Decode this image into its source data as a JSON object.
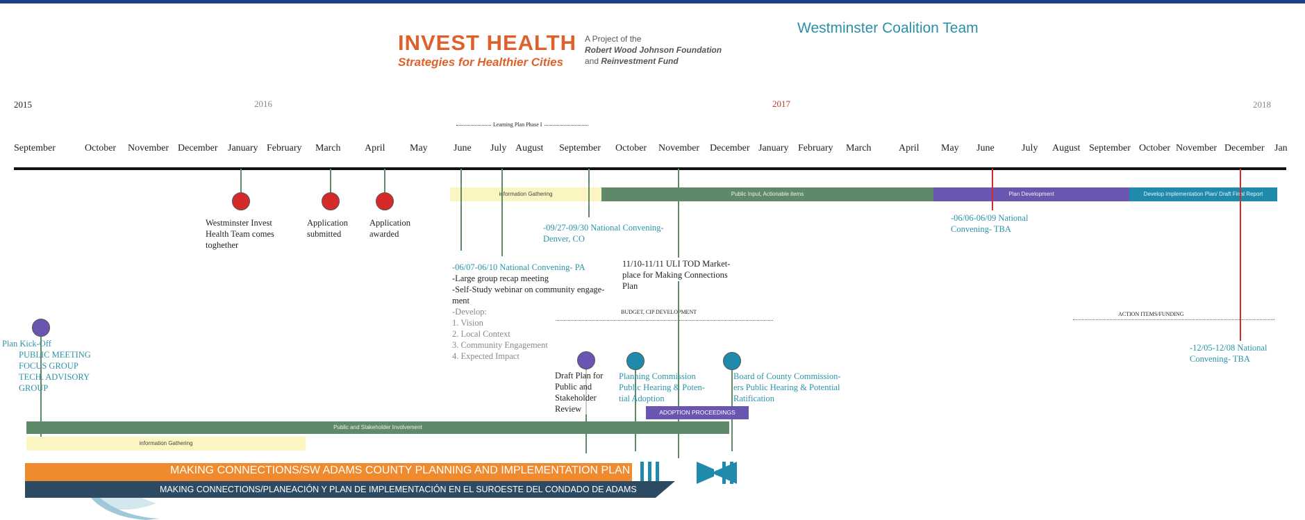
{
  "header": {
    "logo_main": "INVEST HEALTH",
    "logo_sub": "Strategies for Healthier Cities",
    "project_line1": "A Project of the",
    "project_line2": "Robert Wood Johnson Foundation",
    "project_line3_and": "and",
    "project_line3_name": "Reinvestment Fund",
    "team": "Westminster Coalition Team"
  },
  "years": [
    "2015",
    "2016",
    "2017",
    "2018"
  ],
  "months": [
    "September",
    "October",
    "November",
    "December",
    "January",
    "February",
    "March",
    "April",
    "May",
    "June",
    "July",
    "August",
    "September",
    "October",
    "November",
    "December",
    "January",
    "February",
    "March",
    "April",
    "May",
    "June",
    "July",
    "August",
    "September",
    "October",
    "November",
    "December",
    "Jan"
  ],
  "phase_label": "Learning Plan Phase I",
  "upper_bands": {
    "info": "information Gathering",
    "public_input": "Public Input, Actionable items",
    "plan_dev": "Plan Development",
    "final": "Develop implementation Plan/ Draft Final Report"
  },
  "milestones": {
    "team_together": [
      "Westminster Invest",
      "Health Team comes",
      "toghether"
    ],
    "app_submitted": [
      "Application",
      "submitted"
    ],
    "app_awarded": [
      "Application",
      "awarded"
    ]
  },
  "notes": {
    "denver": [
      "-09/27-09/30 National Convening-",
      "Denver, CO"
    ],
    "pa": "-06/07-06/10 National Convening- PA",
    "pa_items": [
      "-Large group recap meeting",
      "-Self-Study webinar on community engage-",
      "ment"
    ],
    "develop": [
      "-Develop:",
      "1. Vision",
      "2. Local Context",
      "3. Community Engagement",
      "4. Expected Impact"
    ],
    "uli": [
      "11/10-11/11 ULI TOD Market-",
      "place for Making Connections",
      "Plan"
    ],
    "budget": "BUDGET, CIP DEVELOPMENT",
    "june_2018": [
      "-06/06-06/09 National",
      "Convening- TBA"
    ],
    "action_items": "ACTION ITEMS/FUNDING",
    "dec_2018": [
      "-12/05-12/08 National",
      "Convening- TBA"
    ]
  },
  "kickoff": {
    "title": "Plan Kick-Off",
    "items": [
      "PUBLIC MEETING",
      "FOCUS GROUP",
      "TECH. ADVISORY",
      "GROUP"
    ]
  },
  "review": {
    "draft": [
      "Draft Plan for",
      "Public and",
      "Stakeholder",
      "Review"
    ],
    "planning": [
      "Planning Commission",
      "Public Hearing & Poten-",
      "tial Adoption"
    ],
    "board": [
      "Board of County Commission-",
      "ers Public Hearing & Potential",
      "Ratification"
    ],
    "adoption": "ADOPTION PROCEEDINGS"
  },
  "lower_bands": {
    "stakeholder": "Public and Stakeholder Involvement",
    "info": "information Gathering"
  },
  "banner": {
    "english": "MAKING CONNECTIONS/SW ADAMS COUNTY PLANNING AND IMPLEMENTATION PLAN",
    "spanish": "MAKING CONNECTIONS/PLANEACIÓN Y PLAN DE IMPLEMENTACIÓN EN EL SUROESTE DEL CONDADO DE ADAMS"
  },
  "colors": {
    "red": "#d42a2a",
    "teal": "#2c93a8",
    "purple": "#6a55b0",
    "green": "#5f8a6a",
    "yellow": "#fbf5c2",
    "orange": "#f08a2e",
    "navy": "#1d3f8a"
  }
}
